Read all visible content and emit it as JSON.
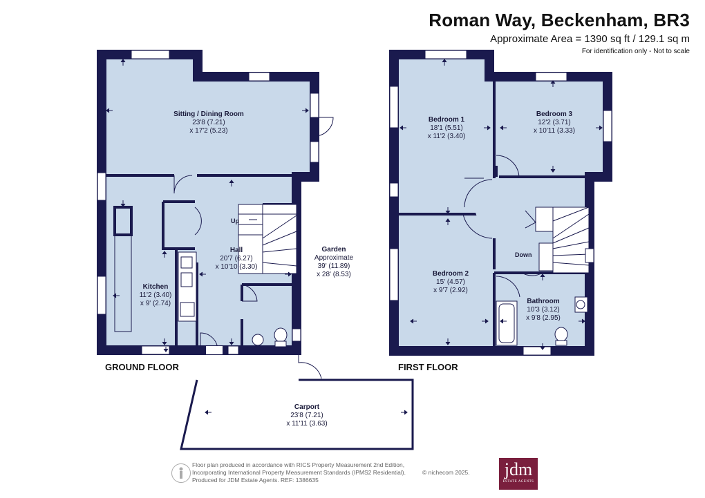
{
  "header": {
    "title": "Roman Way, Beckenham, BR3",
    "area": "Approximate Area = 1390 sq ft / 129.1 sq m",
    "note": "For identification only - Not to scale"
  },
  "floors": {
    "ground": "GROUND FLOOR",
    "first": "FIRST FLOOR"
  },
  "rooms": {
    "sitting": {
      "name": "Sitting / Dining Room",
      "dim1": "23'8 (7.21)",
      "dim2": "x 17'2 (5.23)"
    },
    "hall": {
      "name": "Hall",
      "dim1": "20'7 (6.27)",
      "dim2": "x 10'10 (3.30)"
    },
    "kitchen": {
      "name": "Kitchen",
      "dim1": "11'2 (3.40)",
      "dim2": "x 9' (2.74)"
    },
    "garden": {
      "name": "Garden",
      "dim0": "Approximate",
      "dim1": "39' (11.89)",
      "dim2": "x 28' (8.53)"
    },
    "carport": {
      "name": "Carport",
      "dim1": "23'8 (7.21)",
      "dim2": "x 11'11 (3.63)"
    },
    "bedroom1": {
      "name": "Bedroom 1",
      "dim1": "18'1 (5.51)",
      "dim2": "x 11'2 (3.40)"
    },
    "bedroom3": {
      "name": "Bedroom 3",
      "dim1": "12'2 (3.71)",
      "dim2": "x 10'11 (3.33)"
    },
    "bedroom2": {
      "name": "Bedroom 2",
      "dim1": "15' (4.57)",
      "dim2": "x 9'7 (2.92)"
    },
    "bathroom": {
      "name": "Bathroom",
      "dim1": "10'3 (3.12)",
      "dim2": "x 9'8 (2.95)"
    }
  },
  "tags": {
    "up": "Up",
    "down": "Down"
  },
  "footer": {
    "line1": "Floor plan produced in accordance with RICS Property Measurement 2nd Edition,",
    "line2": "Incorporating International Property Measurement Standards (IPMS2 Residential).",
    "line3": "Produced for JDM Estate Agents.   REF: 1386635",
    "copyright": "© nichecom 2025."
  },
  "logo": {
    "text": "jdm",
    "sub": "ESTATE AGENTS"
  },
  "colors": {
    "wall": "#1a1a4e",
    "floor": "#c9d9ea",
    "brand": "#7a1f3d"
  }
}
